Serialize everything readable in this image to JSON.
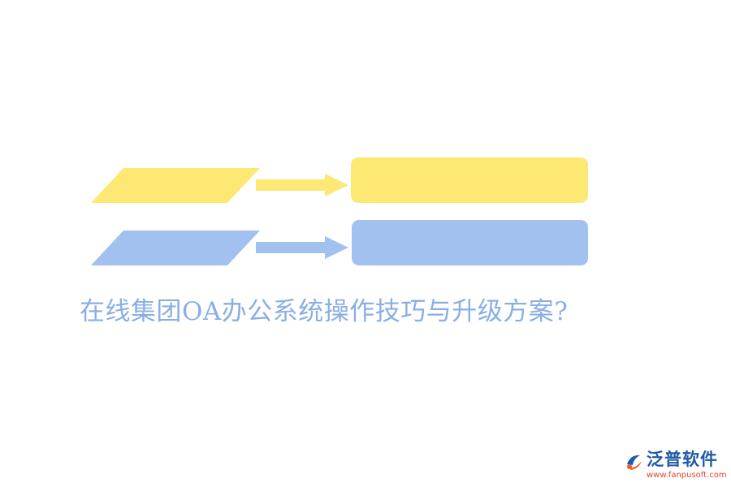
{
  "colors": {
    "yellow": "#fde874",
    "blue": "#a2c1ee",
    "caption": "#8aaee4",
    "logo_text": "#1f5aa6",
    "logo_url": "#e0472c",
    "logo_mark_blue": "#1f5aa6",
    "logo_mark_orange": "#ef5a2f"
  },
  "diagram": {
    "rows": [
      {
        "id": "row-1",
        "color": "yellow",
        "parallelogram_label": "",
        "box_label": ""
      },
      {
        "id": "row-2",
        "color": "blue",
        "parallelogram_label": "",
        "box_label": ""
      }
    ]
  },
  "caption": {
    "text": "在线集团OA办公系统操作技巧与升级方案?"
  },
  "logo": {
    "name": "泛普软件",
    "url": "www.fanpusoft.com",
    "icon": "fanpu-logo-icon"
  }
}
